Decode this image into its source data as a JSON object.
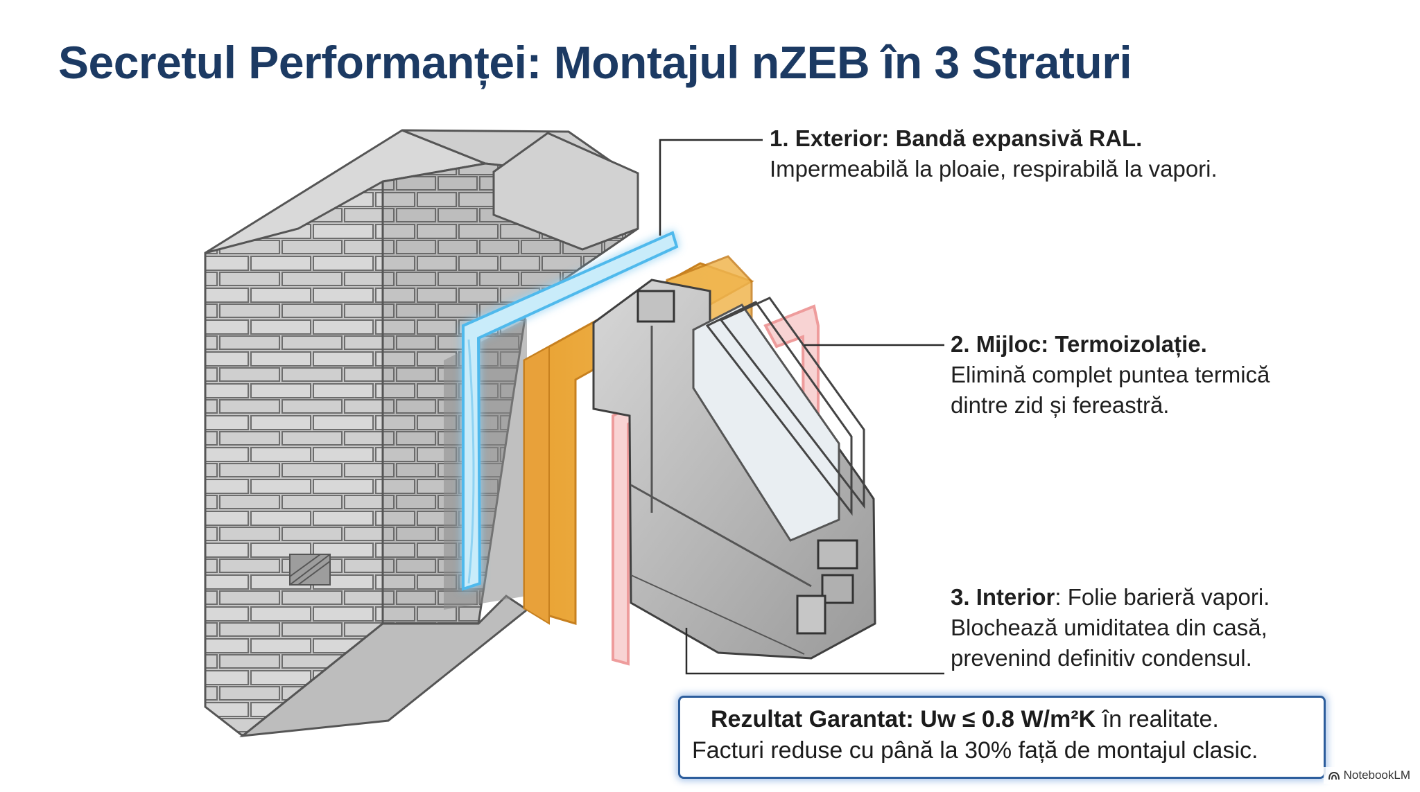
{
  "title": "Secretul Performanței: Montajul nZEB în 3 Straturi",
  "callouts": [
    {
      "head": "1. Exterior: Bandă expansivă RAL.",
      "lines": [
        "Impermeabilă la ploaie, respirabilă la vapori."
      ],
      "accent": "#5fc3f0"
    },
    {
      "head": "2. Mijloc: Termoizolație.",
      "lines": [
        "Elimină complet puntea termică",
        "dintre zid și fereastră."
      ],
      "accent": "#e9a33a"
    },
    {
      "head": "3. Interior",
      "head_rest": ": Folie barieră vapori.",
      "lines": [
        "Blochează umiditatea din casă,",
        "prevenind definitiv condensul."
      ],
      "accent": "#f29a9a"
    }
  ],
  "result": {
    "head": "Rezultat Garantat: Uw ≤ 0.8 W/m²K",
    "tail": " în realitate.",
    "line2": "Facturi reduse cu până la 30% față de montajul clasic."
  },
  "badge": {
    "label": "NotebookLM",
    "icon": "notebooklm-logo-icon"
  },
  "colors": {
    "title": "#1c3a63",
    "result_border": "#2c5d9c",
    "brick": "#c9c9c9",
    "foam": "#e6a43a",
    "tape": "#bfe6f7",
    "membrane": "#f5c4c4"
  }
}
